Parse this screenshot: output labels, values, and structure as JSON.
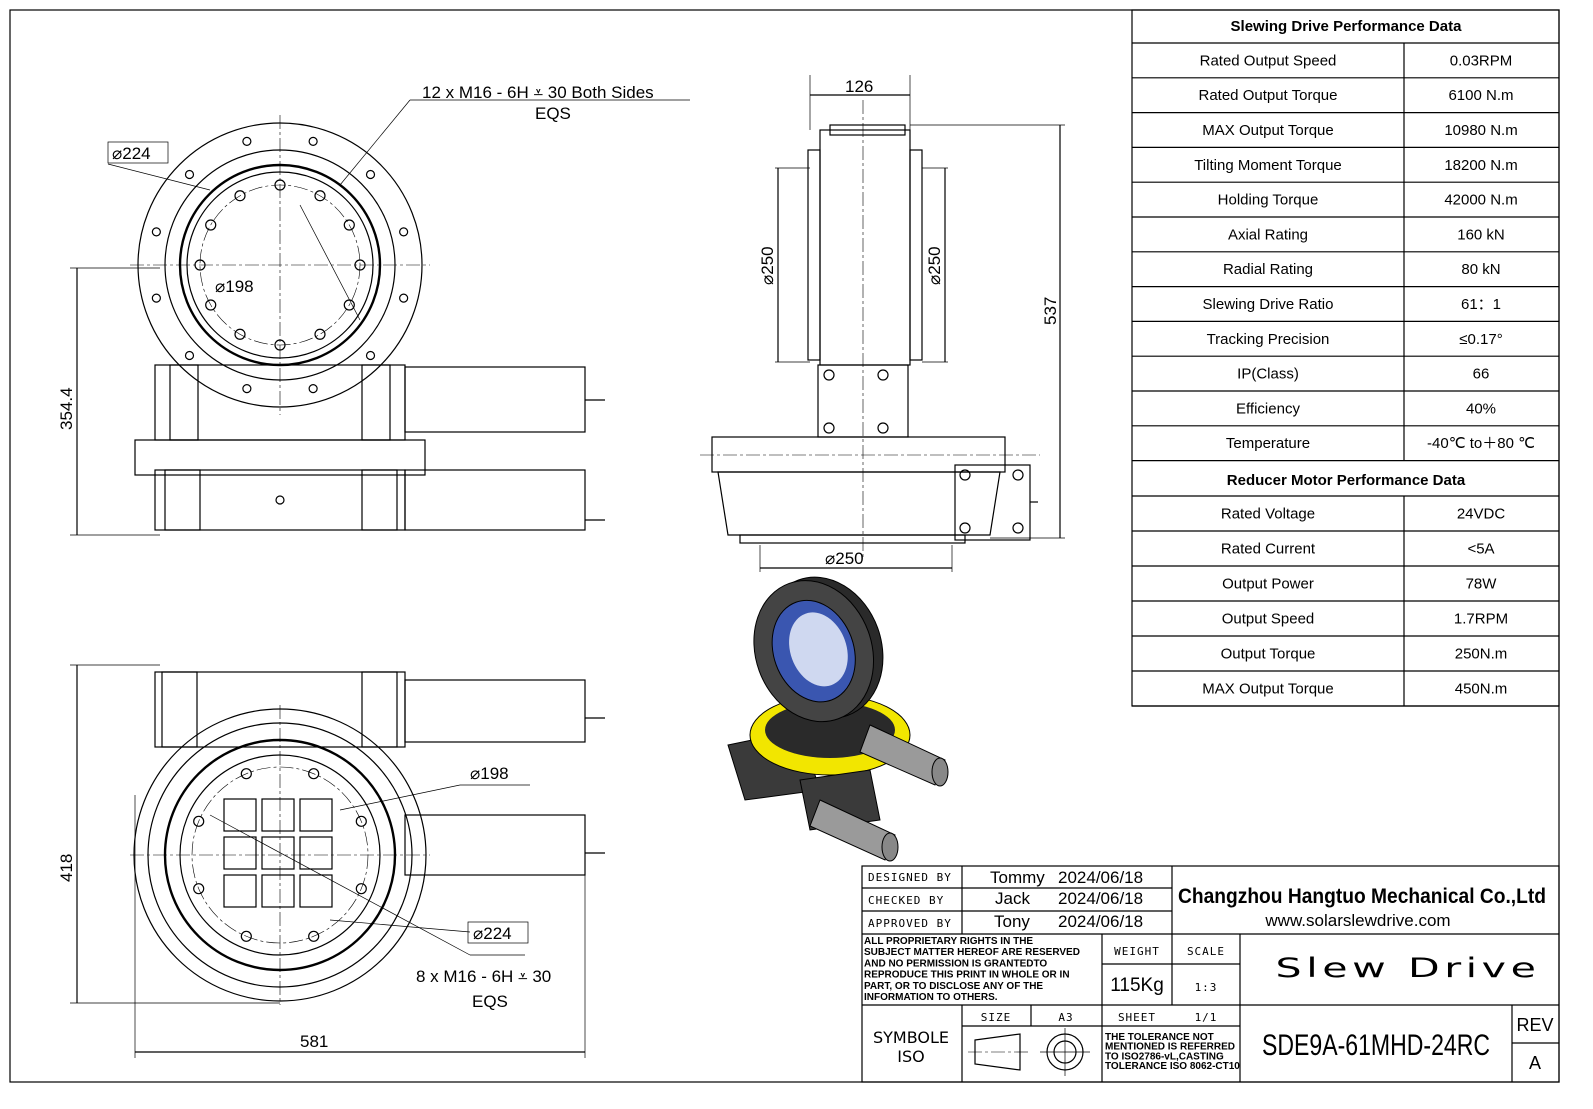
{
  "dimensions": {
    "top_view": {
      "d224": "⌀224",
      "d198": "⌀198",
      "holes": "12 x  M16 - 6H ⩡ 30 Both Sides",
      "eqs": "EQS",
      "height": "354.4"
    },
    "side_view": {
      "width_top": "126",
      "d250_left": "⌀250",
      "d250_right": "⌀250",
      "height": "537",
      "d250_bottom": "⌀250"
    },
    "bottom_view": {
      "d198": "⌀198",
      "d224": "⌀224",
      "holes": "8 x  M16 - 6H ⩡ 30",
      "eqs": "EQS",
      "height": "418",
      "width": "581"
    }
  },
  "slewing_table": {
    "title": "Slewing Drive Performance Data",
    "rows": [
      {
        "label": "Rated Output Speed",
        "value": "0.03RPM"
      },
      {
        "label": "Rated Output Torque",
        "value": "6100 N.m"
      },
      {
        "label": "MAX Output Torque",
        "value": "10980 N.m"
      },
      {
        "label": "Tilting Moment Torque",
        "value": "18200 N.m"
      },
      {
        "label": "Holding Torque",
        "value": "42000 N.m"
      },
      {
        "label": "Axial Rating",
        "value": "160 kN"
      },
      {
        "label": "Radial Rating",
        "value": "80 kN"
      },
      {
        "label": "Slewing Drive Ratio",
        "value": "61：1"
      },
      {
        "label": "Tracking Precision",
        "value": "≤0.17°"
      },
      {
        "label": "IP(Class)",
        "value": "66"
      },
      {
        "label": "Efficiency",
        "value": "40%"
      },
      {
        "label": "Temperature",
        "value": "-40℃ to＋80 ℃"
      }
    ]
  },
  "motor_table": {
    "title": "Reducer Motor Performance Data",
    "rows": [
      {
        "label": "Rated Voltage",
        "value": "24VDC"
      },
      {
        "label": "Rated Current",
        "value": "<5A"
      },
      {
        "label": "Output Power",
        "value": "78W"
      },
      {
        "label": "Output Speed",
        "value": "1.7RPM"
      },
      {
        "label": "Output Torque",
        "value": "250N.m"
      },
      {
        "label": "MAX Output Torque",
        "value": "450N.m"
      }
    ]
  },
  "title_block": {
    "designed_label": "DESIGNED BY",
    "designed_name": "Tommy",
    "designed_date": "2024/06/18",
    "checked_label": "CHECKED BY",
    "checked_name": "Jack",
    "checked_date": "2024/06/18",
    "approved_label": "APPROVED BY",
    "approved_name": "Tony",
    "approved_date": "2024/06/18",
    "company": "Changzhou Hangtuo Mechanical Co.,Ltd",
    "website": "www.solarslewdrive.com",
    "rights": [
      "ALL PROPRIETARY RIGHTS IN THE",
      "SUBJECT MATTER HEREOF ARE RESERVED",
      "AND NO PERMISSION IS GRANTEDTO",
      "REPRODUCE THIS PRINT IN WHOLE OR IN",
      "PART, OR TO DISCLOSE ANY OF THE",
      "INFORMATION TO OTHERS."
    ],
    "weight_label": "WEIGHT",
    "weight": "115Kg",
    "scale_label": "SCALE",
    "scale": "1:3",
    "product": "Slew Drive",
    "symbol_label": "SYMBOLE",
    "iso_label": "ISO",
    "size_label": "SIZE",
    "size": "A3",
    "sheet_label": "SHEET",
    "sheet": "1/1",
    "tolerance": [
      "THE TOLERANCE NOT",
      "MENTIONED IS REFERRED",
      "TO ISO2786-vL,CASTING",
      "TOLERANCE ISO 8062-CT10"
    ],
    "part_number": "SDE9A-61MHD-24RC",
    "rev_label": "REV",
    "rev": "A"
  },
  "colors": {
    "line": "#000000",
    "render_blue": "#3a56b0",
    "render_yellow": "#f2e600",
    "render_dark": "#2a2a2a"
  }
}
